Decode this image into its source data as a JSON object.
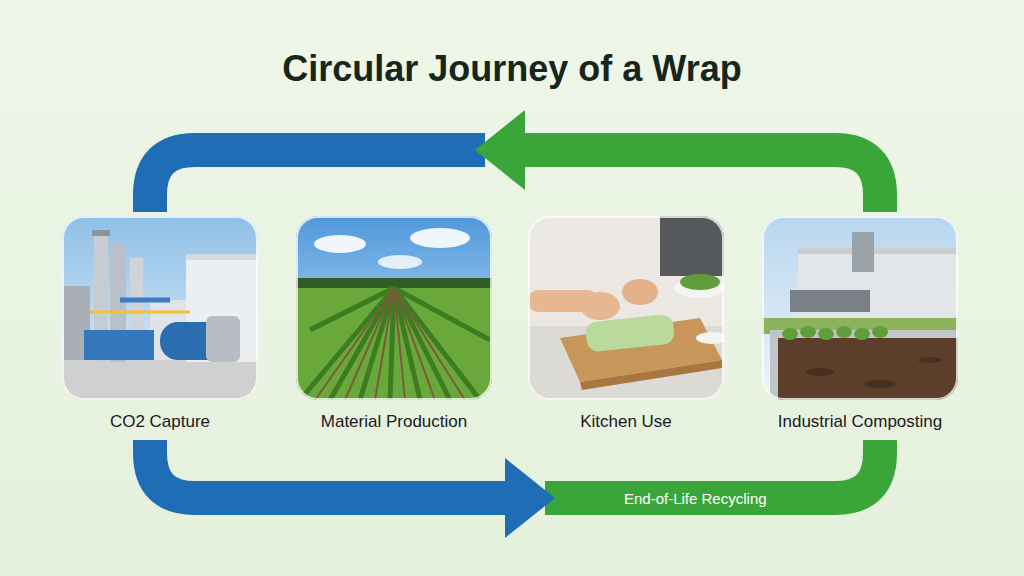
{
  "diagram": {
    "title": "Circular Journey of a Wrap",
    "nodes": [
      {
        "text": [
          "CO2 Capture"
        ]
      },
      {
        "text": [
          "Material Production"
        ]
      },
      {
        "text": [
          "Kitchen Use"
        ]
      },
      {
        "text": [
          "Industrial Composting"
        ]
      }
    ],
    "edges": [
      {
        "from": 3,
        "to": 0,
        "arrow": "to"
      },
      {
        "from": 0,
        "to": 3,
        "label": "End-of-Life Recycling",
        "arrow": "to"
      }
    ]
  }
}
